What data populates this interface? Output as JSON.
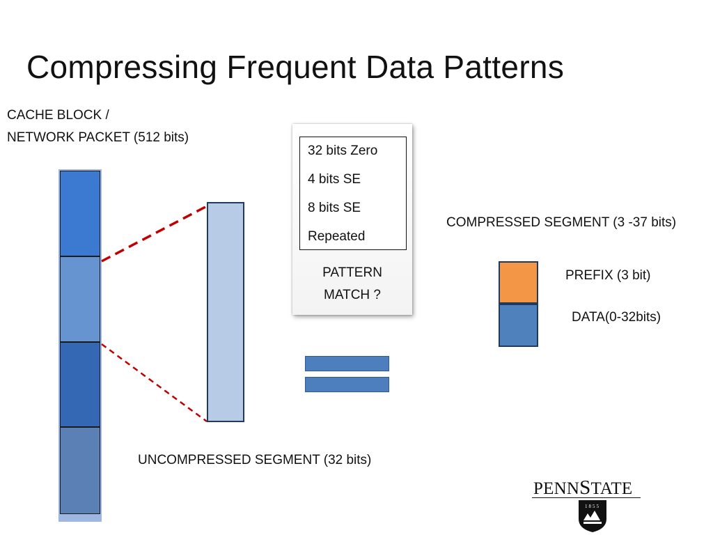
{
  "slide": {
    "title": "Compressing Frequent Data Patterns",
    "cache_block_label": "CACHE BLOCK /\nNETWORK PACKET (512 bits)",
    "uncompressed_label": "UNCOMPRESSED SEGMENT (32 bits)",
    "compressed_label": "COMPRESSED SEGMENT (3 -37 bits)",
    "prefix_label": "PREFIX (3 bit)",
    "data_label": "DATA(0-32bits)",
    "pattern_match": {
      "patterns": [
        "32 bits Zero",
        "4 bits SE",
        "8 bits SE",
        "Repeated"
      ],
      "question": "PATTERN\nMATCH ?"
    }
  },
  "colors": {
    "cache_segments": [
      "#3c7ad2",
      "#6594d0",
      "#3468b4",
      "#5a80b6"
    ],
    "uncompressed": "#b7cbe6",
    "prefix": "#f39646",
    "data": "#4f81bd",
    "connector": "#c00000"
  },
  "logo": {
    "wordmark": "PENNSTATE",
    "year": "1855"
  }
}
